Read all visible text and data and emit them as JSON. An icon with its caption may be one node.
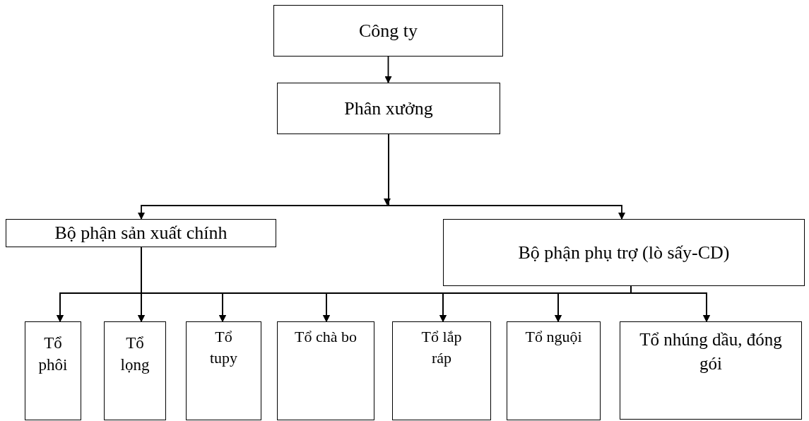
{
  "diagram": {
    "nodes": [
      {
        "text": [
          "Công ty"
        ]
      },
      {
        "text": [
          "Phân xưởng"
        ]
      },
      {
        "text": [
          "Bộ phận sản xuất chính"
        ]
      },
      {
        "text": [
          "Bộ phận phụ trợ (lò sấy-CD)"
        ]
      },
      {
        "text": [
          "Tổ phôi"
        ]
      },
      {
        "text": [
          "Tổ lọng"
        ]
      },
      {
        "text": [
          "Tổ tupy"
        ]
      },
      {
        "text": [
          "Tổ chà bo"
        ]
      },
      {
        "text": [
          "Tổ lắp ráp"
        ]
      },
      {
        "text": [
          "Tổ nguội"
        ]
      },
      {
        "text": [
          "Tổ nhúng dầu, đóng gói"
        ]
      }
    ],
    "edges": [
      {
        "from": 0,
        "to": 1,
        "arrow": "to"
      },
      {
        "from": 1,
        "to": 2,
        "arrow": "to"
      },
      {
        "from": 1,
        "to": 3,
        "arrow": "to"
      },
      {
        "from": 2,
        "to": 4,
        "arrow": "to"
      },
      {
        "from": 2,
        "to": 5,
        "arrow": "to"
      },
      {
        "from": 2,
        "to": 6,
        "arrow": "to"
      },
      {
        "from": 2,
        "to": 7,
        "arrow": "to"
      },
      {
        "from": 2,
        "to": 8,
        "arrow": "to"
      },
      {
        "from": 2,
        "to": 9,
        "arrow": "to"
      },
      {
        "from": 2,
        "to": 10,
        "arrow": "to"
      },
      {
        "from": 3,
        "to": 4,
        "arrow": "to"
      },
      {
        "from": 3,
        "to": 5,
        "arrow": "to"
      },
      {
        "from": 3,
        "to": 6,
        "arrow": "to"
      },
      {
        "from": 3,
        "to": 7,
        "arrow": "to"
      },
      {
        "from": 3,
        "to": 8,
        "arrow": "to"
      },
      {
        "from": 3,
        "to": 9,
        "arrow": "to"
      },
      {
        "from": 3,
        "to": 10,
        "arrow": "to"
      }
    ]
  }
}
